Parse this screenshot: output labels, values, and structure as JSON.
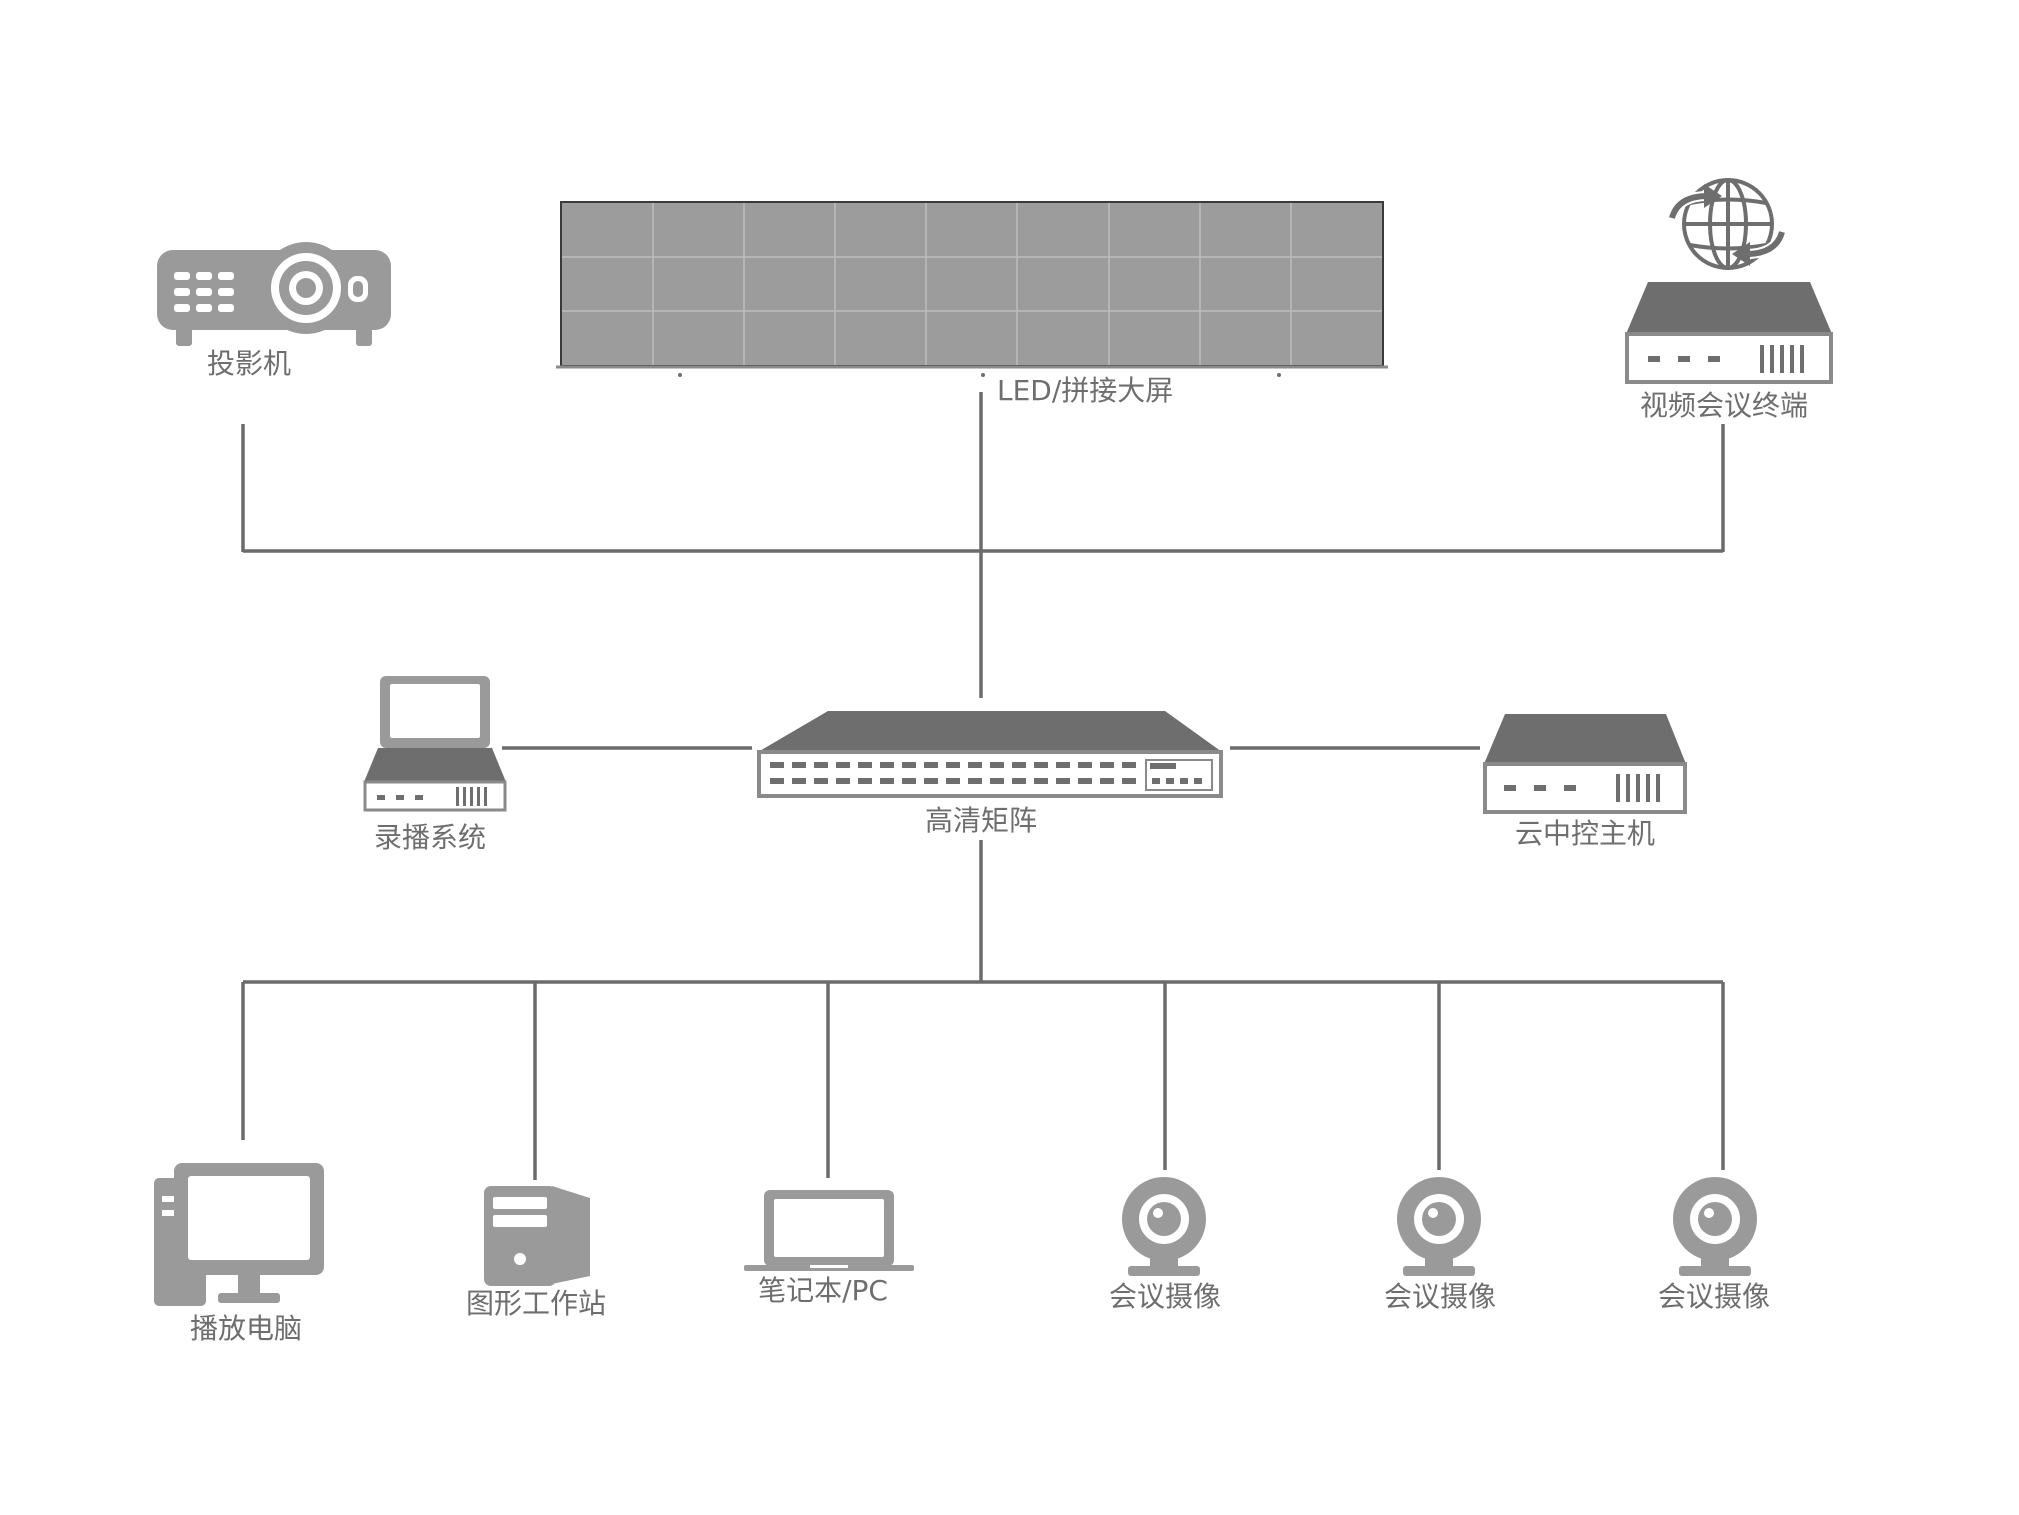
{
  "labels": {
    "projector": "投影机",
    "led_wall": "LED/拼接大屏",
    "video_conf_terminal": "视频会议终端",
    "recording_system": "录播系统",
    "hd_matrix": "高清矩阵",
    "central_control_host": "云中控主机",
    "playback_pc": "播放电脑",
    "graphics_workstation": "图形工作站",
    "laptop_pc": "笔记本/PC",
    "camera_1": "会议摄像",
    "camera_2": "会议摄像",
    "camera_3": "会议摄像"
  },
  "icons": {
    "projector": "projector-icon",
    "led_wall": "led-wall-icon",
    "video_conf_terminal": "video-conference-terminal-icon",
    "recording_system": "recording-system-icon",
    "hd_matrix": "hd-matrix-icon",
    "central_control_host": "control-host-icon",
    "playback_pc": "desktop-pc-icon",
    "graphics_workstation": "workstation-icon",
    "laptop_pc": "laptop-icon",
    "camera": "webcam-icon"
  },
  "colors": {
    "device_fill": "#9a9a9a",
    "device_dark": "#6e6e6e",
    "wire": "#6b6b6b",
    "label": "#6e6e6e"
  }
}
